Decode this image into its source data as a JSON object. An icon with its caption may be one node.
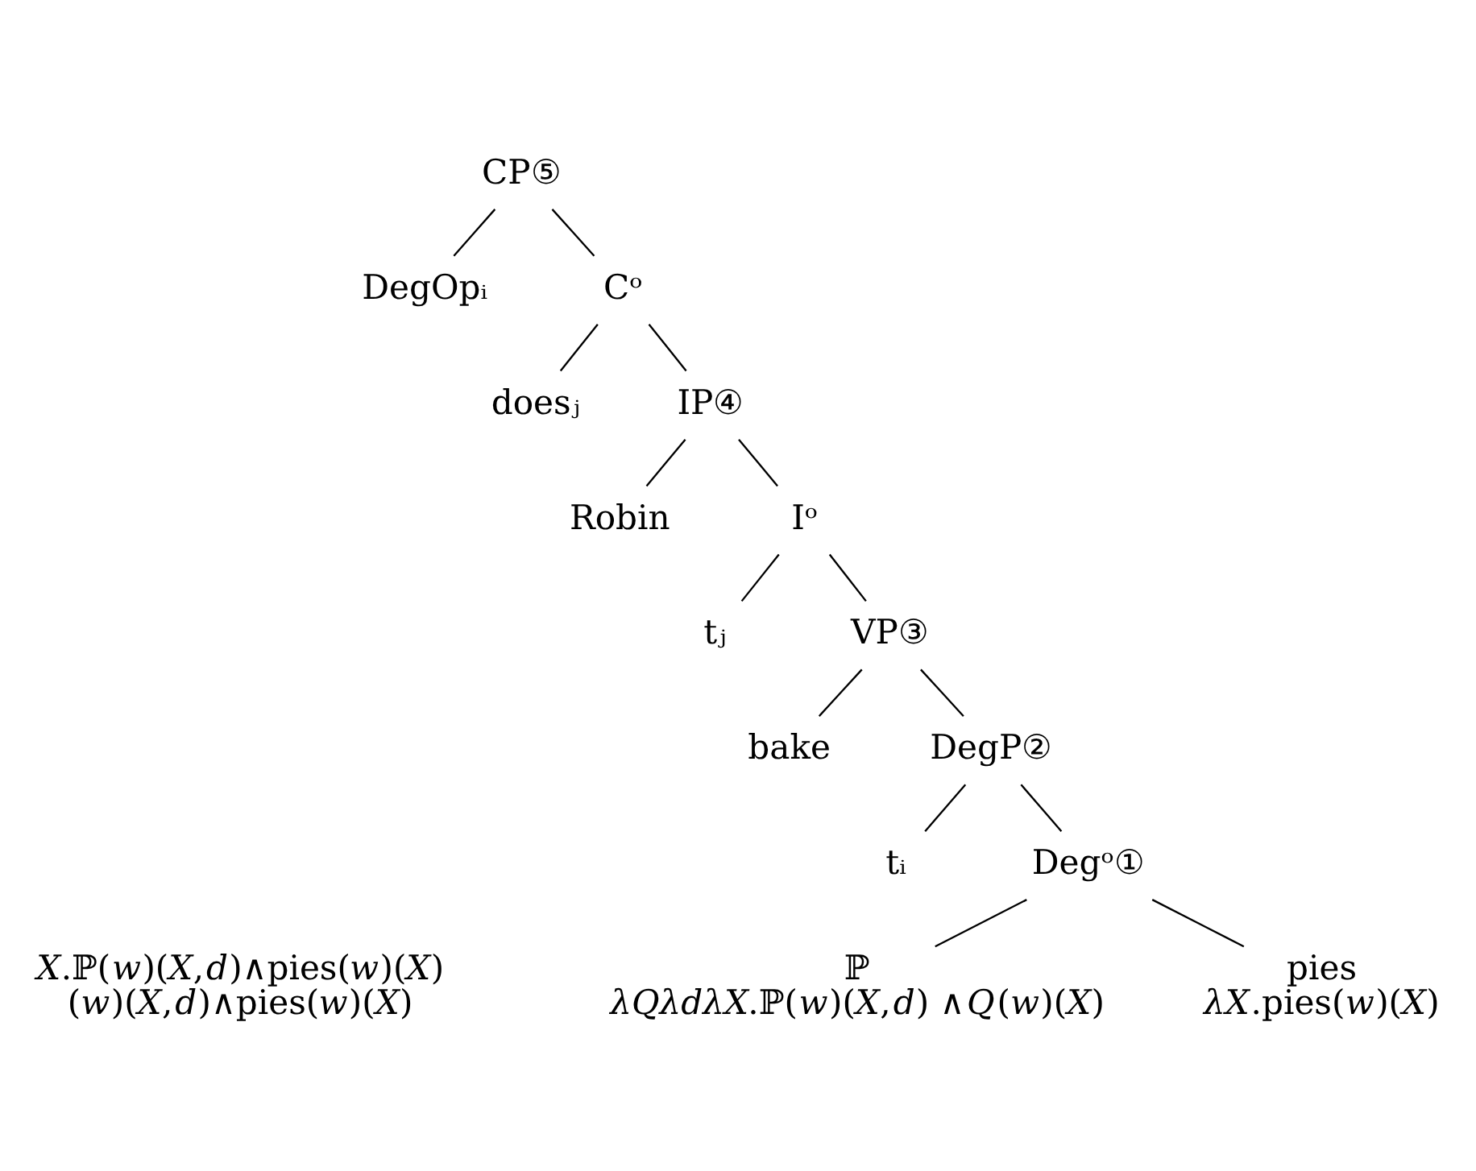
{
  "diagram": {
    "nodes": [
      {
        "text": [
          "CP⑤"
        ]
      },
      {
        "text": [
          "DegOpᵢ"
        ]
      },
      {
        "text": [
          "Cᵒ"
        ]
      },
      {
        "text": [
          "doesⱼ"
        ]
      },
      {
        "text": [
          "IP④"
        ]
      },
      {
        "text": [
          "Robin"
        ]
      },
      {
        "text": [
          "Iᵒ"
        ]
      },
      {
        "text": [
          "tⱼ"
        ]
      },
      {
        "text": [
          "VP③"
        ]
      },
      {
        "text": [
          "bake"
        ]
      },
      {
        "text": [
          "DegP②"
        ]
      },
      {
        "text": [
          "tᵢ"
        ]
      },
      {
        "text": [
          "Degᵒ①"
        ]
      },
      {
        "text": [
          "ℙ",
          "*λQλdλX*.ℙ(*w*)(*X*,*d*) ∧*Q*(*w*)(*X*)"
        ]
      },
      {
        "text": [
          "pies",
          "*λX*.pies(*w*)(*X*)"
        ]
      }
    ],
    "edges": [
      {
        "from": 0,
        "to": 1,
        "arrow": "none"
      },
      {
        "from": 0,
        "to": 2,
        "arrow": "none"
      },
      {
        "from": 2,
        "to": 3,
        "arrow": "none"
      },
      {
        "from": 2,
        "to": 4,
        "arrow": "none"
      },
      {
        "from": 4,
        "to": 5,
        "arrow": "none"
      },
      {
        "from": 4,
        "to": 6,
        "arrow": "none"
      },
      {
        "from": 6,
        "to": 7,
        "arrow": "none"
      },
      {
        "from": 6,
        "to": 8,
        "arrow": "none"
      },
      {
        "from": 8,
        "to": 9,
        "arrow": "none"
      },
      {
        "from": 8,
        "to": 10,
        "arrow": "none"
      },
      {
        "from": 10,
        "to": 11,
        "arrow": "none"
      },
      {
        "from": 10,
        "to": 12,
        "arrow": "none"
      },
      {
        "from": 12,
        "to": 13,
        "arrow": "none"
      },
      {
        "from": 12,
        "to": 14,
        "arrow": "none"
      }
    ],
    "labels": [
      "*X*.ℙ(*w*)(*X*,*d*)∧pies(*w*)(*X*)",
      "(*w*)(*X*,*d*)∧pies(*w*)(*X*)"
    ]
  }
}
